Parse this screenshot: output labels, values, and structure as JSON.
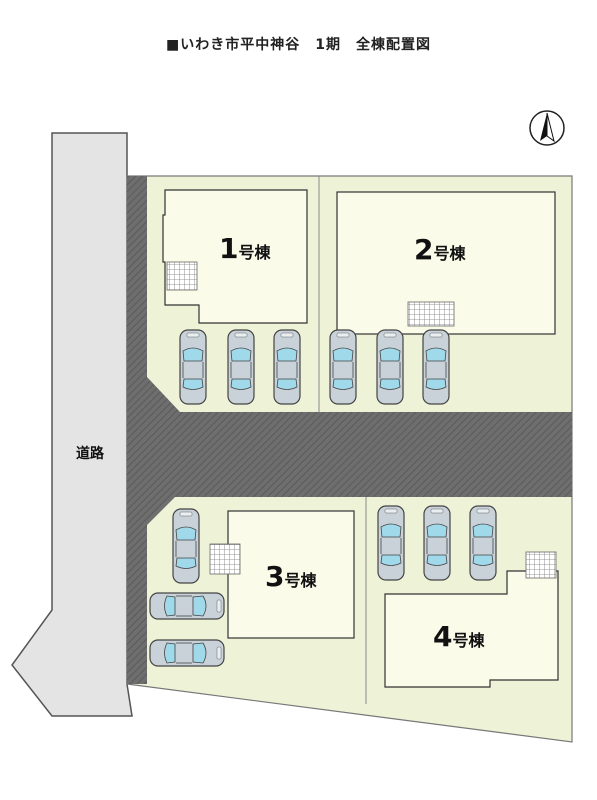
{
  "title": "■いわき市平中神谷　1期　全棟配置図",
  "road_label": "道路",
  "north_icon": "north-arrow-icon",
  "colors": {
    "lot": "#eef3d8",
    "road": "#e4e4e4",
    "driveway": "#6a6a6a",
    "house": "#fbfbe9",
    "car_body": "#c9d2d9",
    "car_glass": "#9fd9ea"
  },
  "buildings": [
    {
      "num": "1",
      "suffix": "号棟"
    },
    {
      "num": "2",
      "suffix": "号棟"
    },
    {
      "num": "3",
      "suffix": "号棟"
    },
    {
      "num": "4",
      "suffix": "号棟"
    }
  ]
}
